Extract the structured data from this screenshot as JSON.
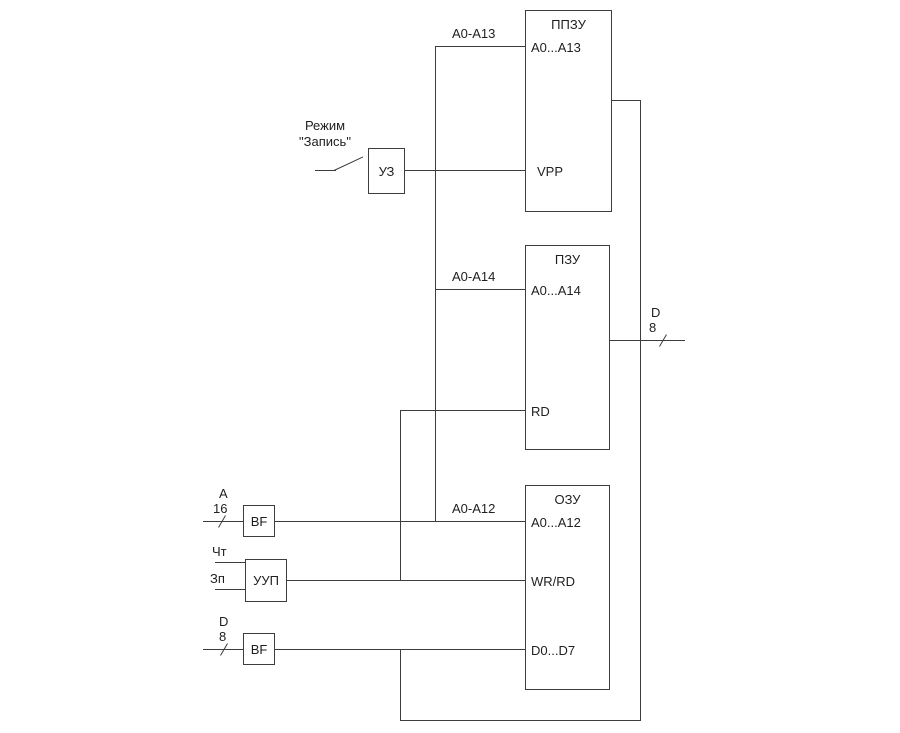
{
  "blocks": {
    "pprom": {
      "title": "ППЗУ",
      "pins": {
        "addr": "A0...A13",
        "vpp": "VPP"
      }
    },
    "rom": {
      "title": "ПЗУ",
      "pins": {
        "addr": "A0...A14",
        "rd": "RD"
      }
    },
    "ram": {
      "title": "ОЗУ",
      "pins": {
        "addr": "A0...A12",
        "wrrd": "WR/RD",
        "data": "D0...D7"
      }
    },
    "write_unit": {
      "label": "УЗ"
    },
    "addr_buffer": {
      "label": "BF"
    },
    "ctrl_unit": {
      "label": "УУП"
    },
    "data_buffer": {
      "label": "BF"
    }
  },
  "labels": {
    "mode_line1": "Режим",
    "mode_line2": "\"Запись\"",
    "bus_a0_a13": "A0-A13",
    "bus_a0_a14": "A0-A14",
    "bus_a0_a12": "A0-A12",
    "addr_in_name": "A",
    "addr_in_width": "16",
    "read": "Чт",
    "write": "Зп",
    "data_in_name": "D",
    "data_in_width": "8",
    "data_out_name": "D",
    "data_out_width": "8"
  },
  "colors": {
    "line": "#3d3d3d",
    "text": "#1f1f1f",
    "background": "#ffffff"
  }
}
